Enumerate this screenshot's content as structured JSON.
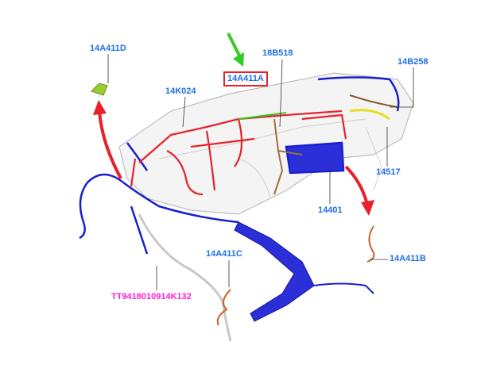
{
  "labels": {
    "l14A411D": "14A411D",
    "l18B518": "18B518",
    "l14A411A": "14A411A",
    "l14B258": "14B258",
    "l14K024": "14K024",
    "l14517": "14517",
    "l14401": "14401",
    "l14A411B": "14A411B",
    "l14A411C": "14A411C",
    "lTT": "TT9418010914K132"
  },
  "colors": {
    "label": "#1f6fe6",
    "highlight_box": "#e8202a",
    "part_number_magenta": "#ff1fd6",
    "harness_red": "#e8202a",
    "harness_blue": "#1a1fd0",
    "callout_arrow_green": "#33cc22",
    "connector_orange": "#c8642a"
  }
}
